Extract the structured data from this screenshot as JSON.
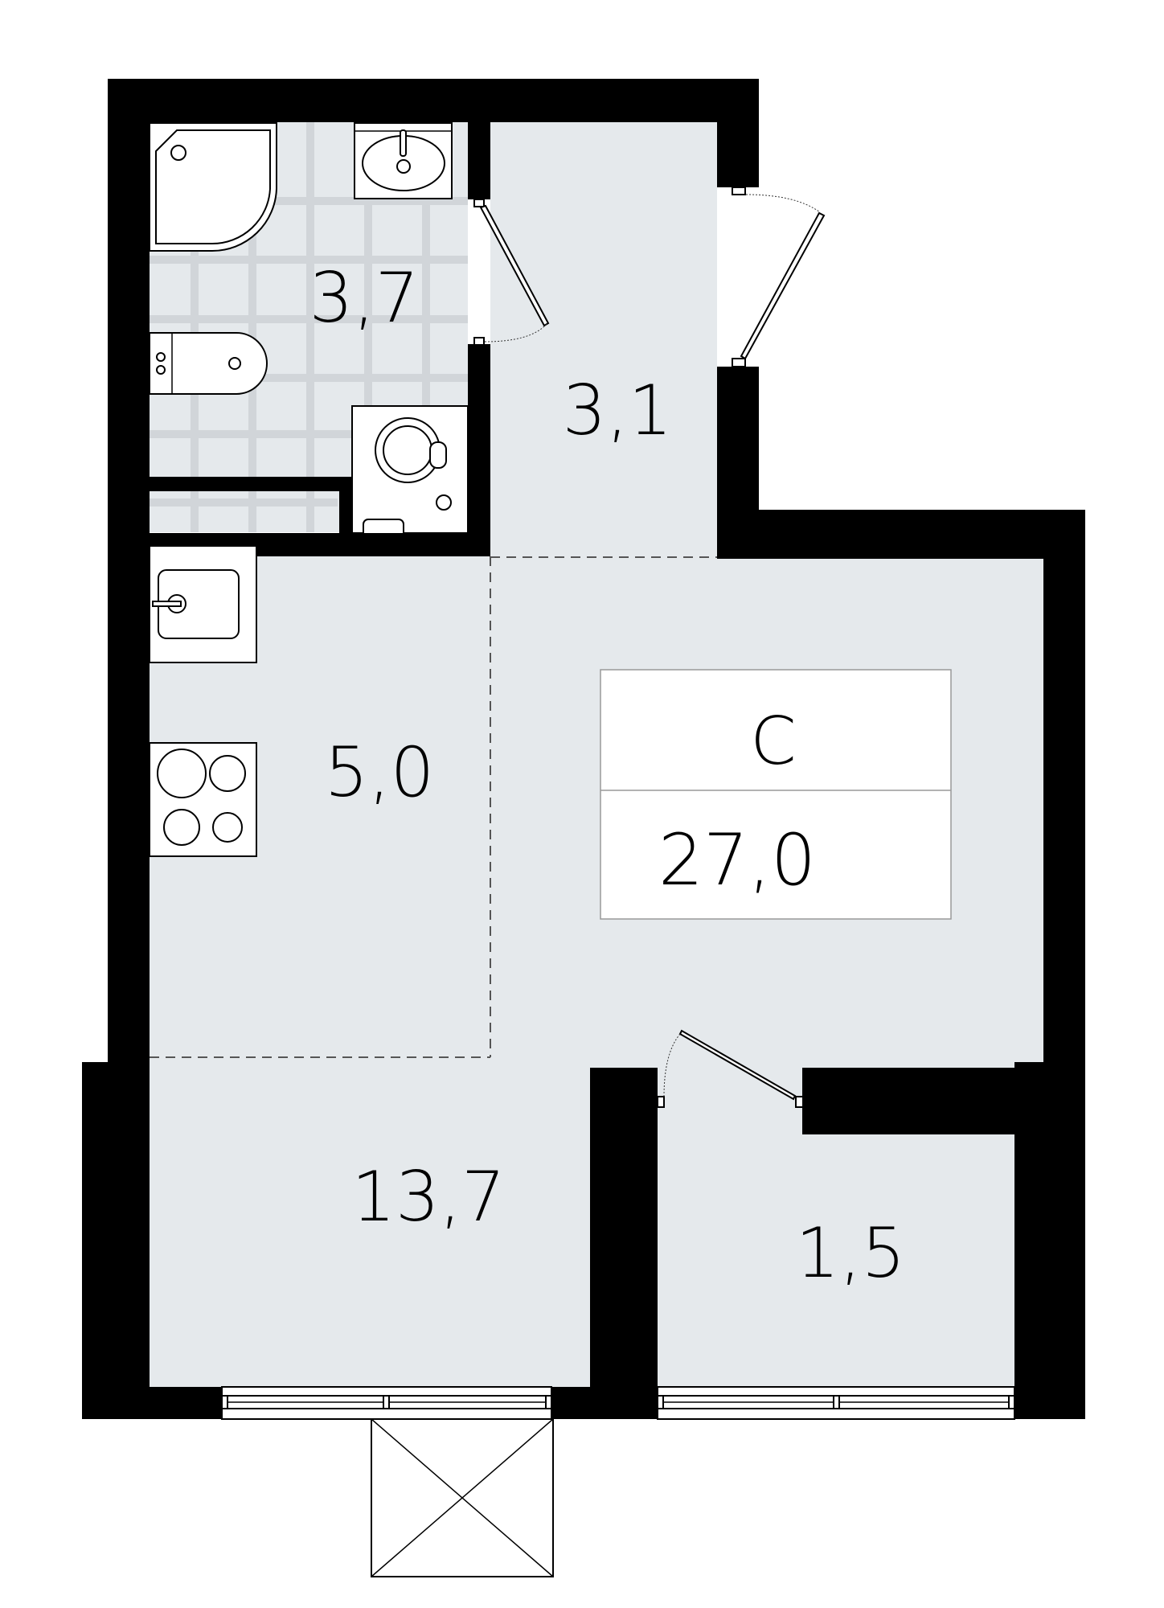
{
  "plan": {
    "type": "apartment-floor-plan",
    "colors": {
      "wall": "#000000",
      "floor": "#e5e9ec",
      "background": "#ffffff",
      "tile_line": "#c9cdd1"
    },
    "rooms": [
      {
        "id": "bathroom",
        "area": "3,7"
      },
      {
        "id": "hallway",
        "area": "3,1"
      },
      {
        "id": "kitchen",
        "area": "5,0"
      },
      {
        "id": "living",
        "area": "13,7"
      },
      {
        "id": "storage",
        "area": "1,5"
      }
    ],
    "summary": {
      "type_label": "С",
      "total_area": "27,0"
    }
  }
}
